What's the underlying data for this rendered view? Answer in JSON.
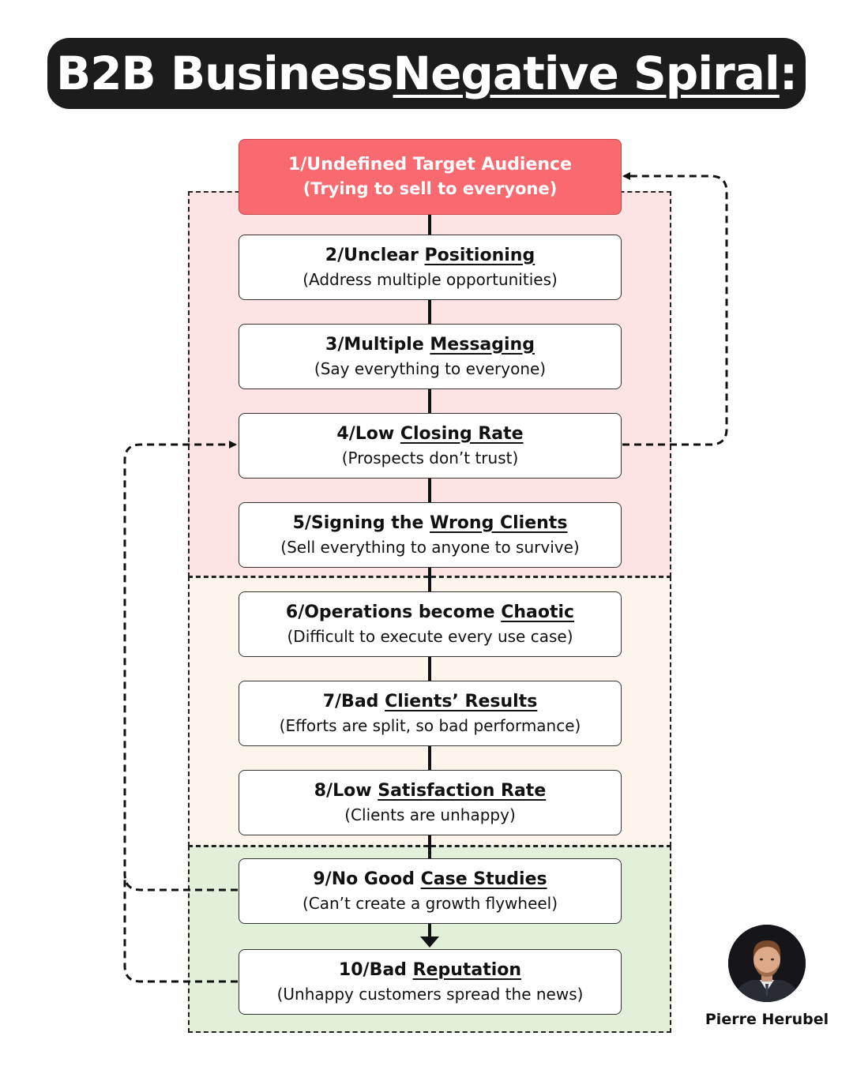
{
  "title": {
    "before": "B2B Business ",
    "emphasis": "Negative Spiral",
    "after": ":"
  },
  "colors": {
    "first_step": "#f86a70",
    "zone_marketing": "#fde3e3",
    "zone_delivery": "#fdf4ec",
    "zone_reputation": "#e2efd9",
    "title_background": "#1c1c1c"
  },
  "steps": [
    {
      "pre": "1/Undefined Target Audience",
      "key": "",
      "post": "",
      "sub": "(Trying to sell to everyone)"
    },
    {
      "pre": "2/Unclear ",
      "key": "Positioning",
      "post": "",
      "sub": "(Address multiple opportunities)"
    },
    {
      "pre": "3/Multiple ",
      "key": "Messaging",
      "post": "",
      "sub": "(Say everything to everyone)"
    },
    {
      "pre": "4/Low ",
      "key": "Closing Rate",
      "post": "",
      "sub": "(Prospects don’t trust)"
    },
    {
      "pre": "5/Signing the ",
      "key": "Wrong Clients",
      "post": "",
      "sub": "(Sell everything to anyone to survive)"
    },
    {
      "pre": "6/Operations become ",
      "key": "Chaotic",
      "post": "",
      "sub": "(Difficult to execute every use case)"
    },
    {
      "pre": "7/Bad ",
      "key": "Clients’ Results",
      "post": "",
      "sub": "(Efforts are split, so bad performance)"
    },
    {
      "pre": "8/Low ",
      "key": "Satisfaction Rate",
      "post": "",
      "sub": "(Clients are unhappy)"
    },
    {
      "pre": "9/No Good ",
      "key": "Case Studies",
      "post": "",
      "sub": "(Can’t create a growth flywheel)"
    },
    {
      "pre": "10/Bad ",
      "key": "Reputation",
      "post": "",
      "sub": "(Unhappy customers spread the news)"
    }
  ],
  "feedback_links": [
    {
      "from": 4,
      "to": 1
    },
    {
      "from": 9,
      "to": 4
    },
    {
      "from": 10,
      "to": 4
    }
  ],
  "author": {
    "name": "Pierre Herubel"
  }
}
